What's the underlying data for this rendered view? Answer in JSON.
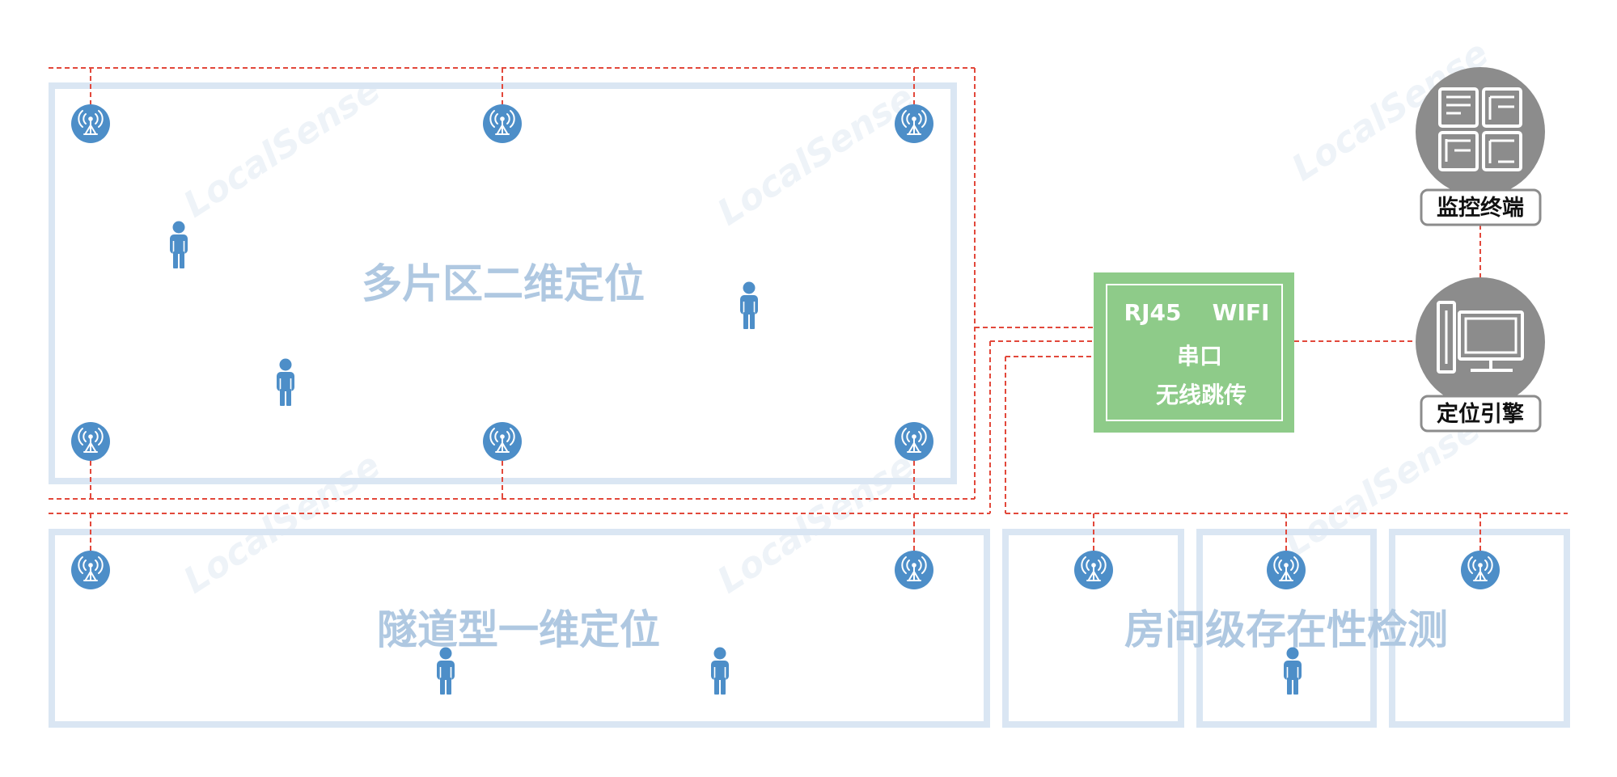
{
  "zones": {
    "multi_area": {
      "label": "多片区二维定位"
    },
    "tunnel": {
      "label": "隧道型一维定位"
    },
    "room": {
      "label": "房间级存在性检测"
    }
  },
  "gateway": {
    "rj45": "RJ45",
    "wifi": "WIFI",
    "serial": "串口",
    "wireless_relay": "无线跳传"
  },
  "monitor_terminal": {
    "label": "监控终端",
    "icon": "monitor-wall-icon"
  },
  "positioning_engine": {
    "label": "定位引擎",
    "icon": "computer-icon"
  },
  "icons": {
    "anchor": "antenna-icon",
    "tag": "person-icon"
  },
  "watermark": "LocalSense",
  "colors": {
    "zone_border": "#dae6f3",
    "zone_label": "#afc8e1",
    "anchor": "#4d8ec8",
    "tag": "#4d8ec8",
    "link": "#e2483b",
    "gateway": "#8ecb89",
    "device": "#8c8c8c"
  }
}
